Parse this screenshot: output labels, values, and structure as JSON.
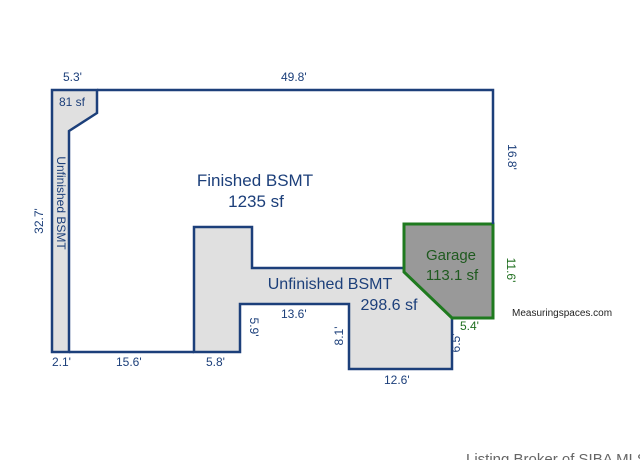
{
  "rooms": {
    "finished": {
      "name": "Finished BSMT",
      "area": "1235 sf",
      "color": "#ffffff"
    },
    "unfinished_left": {
      "name": "Unfinished BSMT",
      "color": "#e0e0e0"
    },
    "unfinished_left_small": {
      "area": "81 sf"
    },
    "unfinished_center": {
      "name": "Unfinished BSMT",
      "area": "298.6 sf",
      "color": "#e0e0e0"
    },
    "garage": {
      "name": "Garage",
      "area": "113.1 sf",
      "color": "#999999",
      "border": "#1f7a1f"
    }
  },
  "dimensions": {
    "top_left": "5.3'",
    "top": "49.8'",
    "right_upper": "16.8'",
    "garage_right": "11.6'",
    "left_height": "32.7'",
    "bottom_left": "2.1'",
    "bottom_mid": "15.6'",
    "bottom_step": "5.8'",
    "step_vertical": "5.9'",
    "center_bottom": "13.6'",
    "center_drop": "8.1'",
    "bottom_right": "12.6'",
    "right_lower": "6.5'",
    "garage_bottom": "5.4'"
  },
  "colors": {
    "wall": "#1c3f7a",
    "dimension_text": "#1c3f7a",
    "garage_text": "#1f6f1f"
  },
  "brand": "Measuringspaces.com",
  "footer": "Listing Broker of SIBA MLS®"
}
